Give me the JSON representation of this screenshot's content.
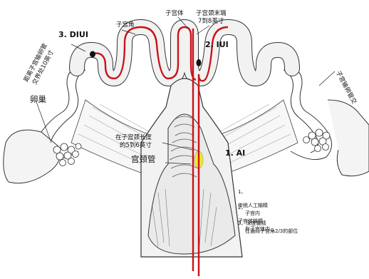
{
  "labels": {
    "uterine_horn": "子宫角",
    "uterine_body": "子宫体",
    "cervix_end_1": "子宫颈末端",
    "cervix_end_2": "7到8英寸",
    "diui": "3. DIUI",
    "iui": "2. IUI",
    "ai": "1. AI",
    "distance_1": "距离子宫输卵管",
    "distance_2": "交界处10英寸",
    "ovary": "卵巢",
    "oviduct": "子宫输卵管交",
    "cervix_length_1": "在子宫颈长度",
    "cervix_length_2": "的5到6英寸",
    "cervical_canal": "宫颈管"
  },
  "legend": [
    {
      "num": "1、",
      "line1": "传统人工输精",
      "line2": "子宫内"
    },
    {
      "num": "2、",
      "line1": "子宫体输精",
      "line2": "在子宫体内"
    },
    {
      "num": "3、",
      "line1": "深度输精",
      "line2": "在通向子宫角2/3的部位"
    }
  ],
  "colors": {
    "catheter": "#c8141a",
    "tissue": "#f3f3f3",
    "stroke": "#222222",
    "gland": "#f4ec2a"
  }
}
